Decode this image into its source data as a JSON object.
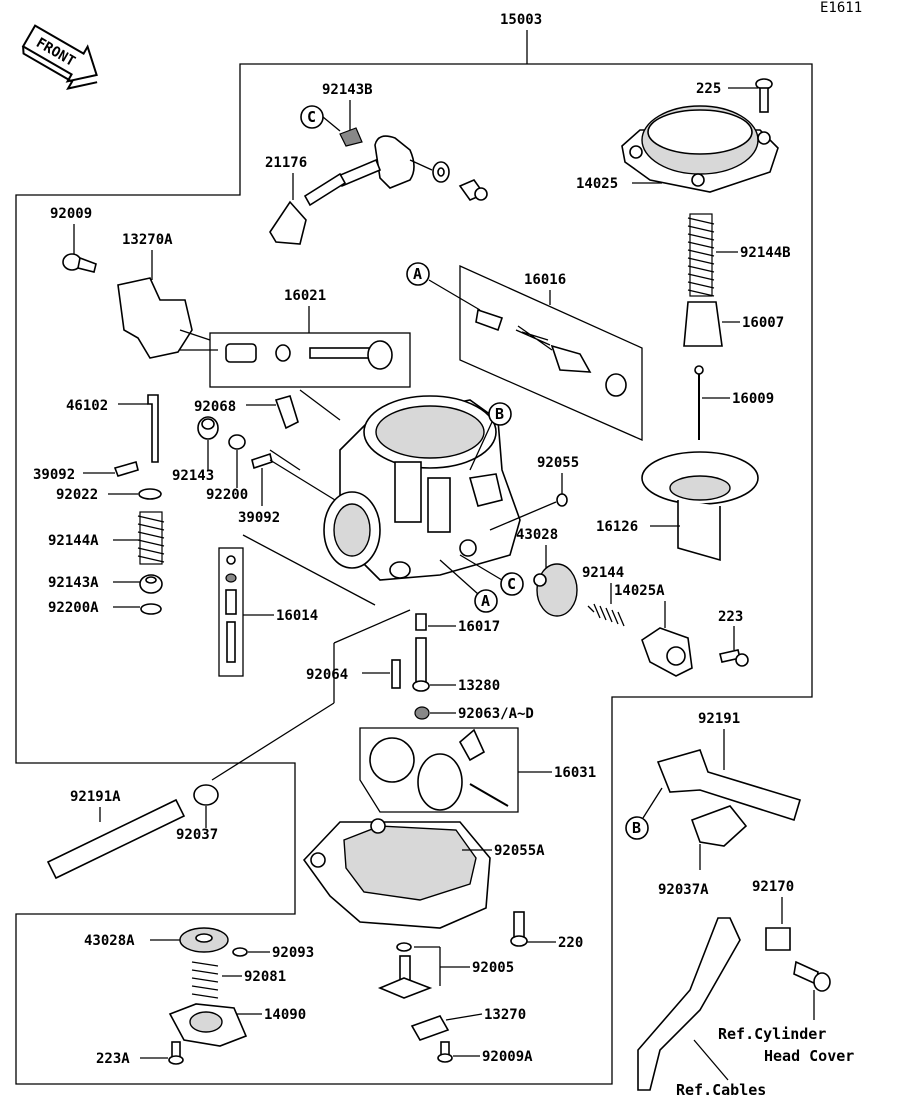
{
  "code": "E1611",
  "front_arrow_text": "FRONT",
  "parts": {
    "p15003": "15003",
    "p92143B": "92143B",
    "p225": "225",
    "p21176": "21176",
    "p14025": "14025",
    "p92009": "92009",
    "p13270A": "13270A",
    "p16016": "16016",
    "p92144B": "92144B",
    "p16021": "16021",
    "p16007": "16007",
    "p46102": "46102",
    "p16009": "16009",
    "p92068": "92068",
    "p92055": "92055",
    "p39092a": "39092",
    "p92143": "92143",
    "p92022": "92022",
    "p92200": "92200",
    "p39092b": "39092",
    "p43028": "43028",
    "p16126": "16126",
    "p92144A": "92144A",
    "p92144": "92144",
    "p14025A": "14025A",
    "p92143A": "92143A",
    "p223": "223",
    "p92200A": "92200A",
    "p16014": "16014",
    "p16017": "16017",
    "p92064": "92064",
    "p13280": "13280",
    "p92063": "92063/A~D",
    "p92191": "92191",
    "p16031": "16031",
    "p92191A": "92191A",
    "p92037": "92037",
    "p92055A": "92055A",
    "p92037A": "92037A",
    "p92170": "92170",
    "p220": "220",
    "p43028A": "43028A",
    "p92093": "92093",
    "p92081": "92081",
    "p92005": "92005",
    "p14090": "14090",
    "p13270": "13270",
    "p223A": "223A",
    "p92009A": "92009A"
  },
  "callouts": {
    "c1": "C",
    "a1": "A",
    "b1": "B",
    "c2": "C",
    "a2": "A",
    "b2": "B"
  },
  "refs": {
    "cylinder_line1": "Ref.Cylinder",
    "cylinder_line2": "Head Cover",
    "cables": "Ref.Cables"
  }
}
